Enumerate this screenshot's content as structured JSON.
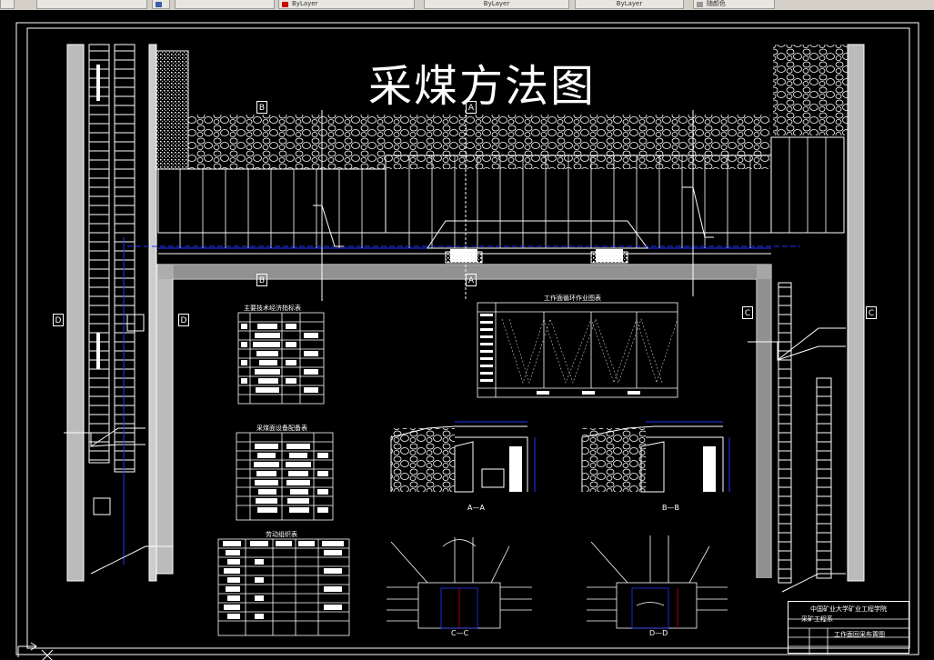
{
  "toolbar": {
    "tabs": [
      {
        "label": "ByLayer"
      },
      {
        "label": "ByLayer"
      },
      {
        "label": "ByLayer"
      },
      {
        "label": "随颜色"
      }
    ]
  },
  "drawing": {
    "title": "采煤方法图",
    "section_labels": {
      "a": "A",
      "b": "B",
      "c": "C",
      "d": "D"
    },
    "table_captions": {
      "tech_specs": "主要技术经济指标表",
      "equipment": "采煤面设备配备表",
      "cycle_chart": "工作面循环作业图表",
      "labor": "劳动组织表"
    },
    "section_views": {
      "aa": "A—A",
      "bb": "B—B",
      "cc": "C—C",
      "dd": "D—D"
    },
    "title_block": {
      "school": "中国矿业大学矿业工程学院",
      "dept": "采矿工程系",
      "drawing_name": "工作面回采布置图"
    }
  }
}
